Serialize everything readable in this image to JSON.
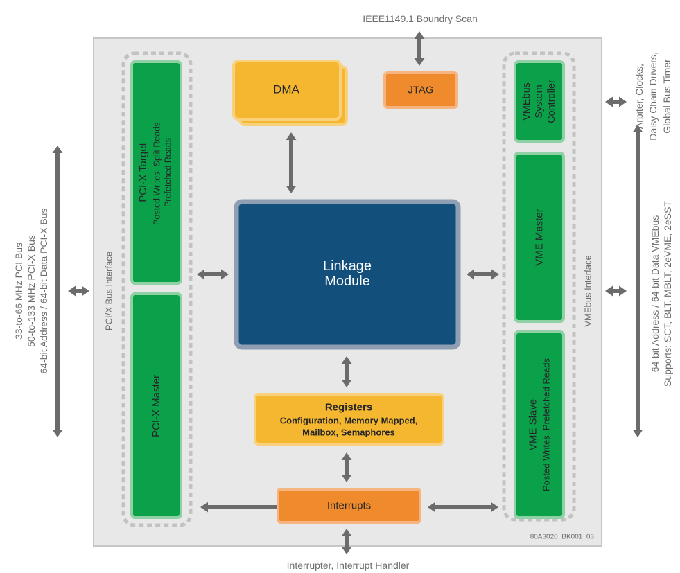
{
  "labels": {
    "boundary_scan": "IEEE1149.1 Boundry Scan",
    "interrupt_bus": "Interrupter, Interrupt Handler",
    "figure_id": "80A3020_BK001_03",
    "pci_bus": [
      "33-to-66 MHz PCI Bus",
      "50-to-133 MHz PCI-X Bus",
      "64-bit Address / 64-bit Data PCI-X Bus"
    ],
    "vme_bus": [
      "64-bit Address / 64-bit Data VMEbus",
      "Supports: SCT, BLT, MBLT, 2eVME, 2eSST"
    ],
    "vme_system_signals": [
      "Arbiter, Clocks,",
      "Daisy Chain Drivers,",
      "Global Bus Timer"
    ]
  },
  "pci_interface": {
    "label": "PCI/X Bus Interface",
    "target": {
      "title": "PCI-X Target",
      "details": [
        "Posted Writes, Split Reads,",
        "Prefetched Reads"
      ]
    },
    "master": {
      "title": "PCI-X Master"
    }
  },
  "vme_interface": {
    "label": "VMEbus Interface",
    "system_controller": {
      "title": [
        "VMEbus",
        "System",
        "Controller"
      ]
    },
    "master": {
      "title": "VME Master"
    },
    "slave": {
      "title": "VME Slave",
      "details": [
        "Posted Writes, Prefetched Reads"
      ]
    }
  },
  "core": {
    "dma": "DMA",
    "jtag": "JTAG",
    "linkage_module": [
      "Linkage",
      "Module"
    ],
    "registers": {
      "title": "Registers",
      "details": [
        "Configuration, Memory Mapped,",
        "Mailbox, Semaphores"
      ]
    },
    "interrupts": "Interrupts"
  },
  "colors": {
    "chip_fill": "#e8e8e8",
    "chip_border": "#c6c6c6",
    "dashed_border": "#c2c2c2",
    "green": "#0ba14b",
    "green_border": "#8fd1a5",
    "yellow": "#f5b730",
    "yellow_border": "#f9d17c",
    "orange": "#ef8b2c",
    "orange_border": "#f6b580",
    "blue": "#134f7b",
    "blue_border": "#8e9fb4",
    "arrow": "#6b6b6b",
    "label_text": "#6e6e6e",
    "block_text": "#262626",
    "linkage_text": "#ffffff"
  }
}
